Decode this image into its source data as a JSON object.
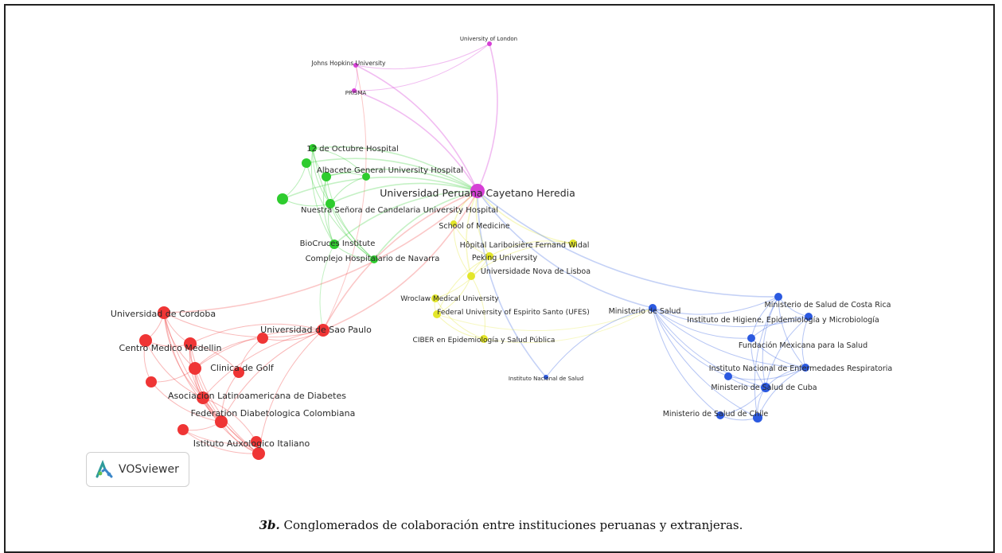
{
  "figure": {
    "caption_id": "3b.",
    "caption_text": " Conglomerados de colaboración entre instituciones peruanas y extranjeras."
  },
  "logo": {
    "text": "VOSviewer",
    "icon": "vosviewer-logo-icon"
  },
  "colors": {
    "purple": "#d63fd6",
    "green": "#2ecc2e",
    "yellow": "#e3e62a",
    "red": "#ef3535",
    "blue": "#2b59e0",
    "grey": "#b8b8b8"
  },
  "nodes": [
    {
      "id": "london",
      "label": "University of London",
      "cluster": "purple"
    },
    {
      "id": "jhu",
      "label": "Johns Hopkins University",
      "cluster": "purple"
    },
    {
      "id": "prisma",
      "label": "PRISMA",
      "cluster": "purple"
    },
    {
      "id": "upch",
      "label": "Universidad Peruana Cayetano Heredia",
      "cluster": "purple"
    },
    {
      "id": "oct12",
      "label": "12 de Octubre Hospital",
      "cluster": "green"
    },
    {
      "id": "albacete",
      "label": "Albacete General University Hospital",
      "cluster": "green"
    },
    {
      "id": "candelaria",
      "label": "Nuestra Señora de Candelaria University Hospital",
      "cluster": "green"
    },
    {
      "id": "biocruces",
      "label": "BioCruces Institute",
      "cluster": "green"
    },
    {
      "id": "navarra",
      "label": "Complejo Hospitalario de Navarra",
      "cluster": "green"
    },
    {
      "id": "g1",
      "label": "",
      "cluster": "green"
    },
    {
      "id": "g2",
      "label": "",
      "cluster": "green"
    },
    {
      "id": "g3",
      "label": "",
      "cluster": "green"
    },
    {
      "id": "som",
      "label": "School of Medicine",
      "cluster": "yellow"
    },
    {
      "id": "lariboisiere",
      "label": "Hôpital Lariboisière Fernand Widal",
      "cluster": "yellow"
    },
    {
      "id": "peking",
      "label": "Peking University",
      "cluster": "yellow"
    },
    {
      "id": "lisboa",
      "label": "Universidade Nova de Lisboa",
      "cluster": "yellow"
    },
    {
      "id": "wroclaw",
      "label": "Wroclaw Medical University",
      "cluster": "yellow"
    },
    {
      "id": "ufes",
      "label": "Federal University of Espirito Santo (UFES)",
      "cluster": "yellow"
    },
    {
      "id": "ciber",
      "label": "CIBER en Epidemiología y Salud Pública",
      "cluster": "yellow"
    },
    {
      "id": "cordoba",
      "label": "Universidad de Cordoba",
      "cluster": "red"
    },
    {
      "id": "saopaulo",
      "label": "Universidad de Sao Paulo",
      "cluster": "red"
    },
    {
      "id": "medellin",
      "label": "Centro Medico Medellin",
      "cluster": "red"
    },
    {
      "id": "golf",
      "label": "Clinica de Golf",
      "cluster": "red"
    },
    {
      "id": "alad",
      "label": "Asociacion Latinoamericana de Diabetes",
      "cluster": "red"
    },
    {
      "id": "fdc",
      "label": "Federation Diabetologica Colombiana",
      "cluster": "red"
    },
    {
      "id": "auxo",
      "label": "Istituto Auxologico Italiano",
      "cluster": "red"
    },
    {
      "id": "r1",
      "label": "",
      "cluster": "red"
    },
    {
      "id": "r2",
      "label": "",
      "cluster": "red"
    },
    {
      "id": "r3",
      "label": "",
      "cluster": "red"
    },
    {
      "id": "r4",
      "label": "",
      "cluster": "red"
    },
    {
      "id": "r5",
      "label": "",
      "cluster": "red"
    },
    {
      "id": "r6",
      "label": "",
      "cluster": "red"
    },
    {
      "id": "minsa",
      "label": "Ministerio de Salud",
      "cluster": "blue"
    },
    {
      "id": "ins",
      "label": "Instituto Nacional de Salud",
      "cluster": "blue"
    },
    {
      "id": "costarica",
      "label": "Ministerio de Salud de Costa Rica",
      "cluster": "blue"
    },
    {
      "id": "higiene",
      "label": "Instituto de Higiene, Epidemiología y Microbiología",
      "cluster": "blue"
    },
    {
      "id": "fmsalud",
      "label": "Fundación Mexicana para la Salud",
      "cluster": "blue"
    },
    {
      "id": "iner",
      "label": "Instituto Nacional de Enfermedades Respiratoria",
      "cluster": "blue"
    },
    {
      "id": "cuba",
      "label": "Ministerio de Salud de Cuba",
      "cluster": "blue"
    },
    {
      "id": "chile",
      "label": "Ministerio de Salud de Chile",
      "cluster": "blue"
    },
    {
      "id": "b1",
      "label": "",
      "cluster": "blue"
    },
    {
      "id": "b2",
      "label": "",
      "cluster": "blue"
    }
  ],
  "links": [
    [
      "upch",
      "london"
    ],
    [
      "upch",
      "jhu"
    ],
    [
      "upch",
      "prisma"
    ],
    [
      "prisma",
      "london"
    ],
    [
      "jhu",
      "london"
    ],
    [
      "prisma",
      "jhu"
    ],
    [
      "upch",
      "oct12"
    ],
    [
      "upch",
      "albacete"
    ],
    [
      "upch",
      "candelaria"
    ],
    [
      "upch",
      "biocruces"
    ],
    [
      "upch",
      "navarra"
    ],
    [
      "upch",
      "g1"
    ],
    [
      "upch",
      "g2"
    ],
    [
      "oct12",
      "albacete"
    ],
    [
      "oct12",
      "candelaria"
    ],
    [
      "oct12",
      "biocruces"
    ],
    [
      "oct12",
      "navarra"
    ],
    [
      "albacete",
      "candelaria"
    ],
    [
      "albacete",
      "biocruces"
    ],
    [
      "albacete",
      "navarra"
    ],
    [
      "candelaria",
      "biocruces"
    ],
    [
      "candelaria",
      "navarra"
    ],
    [
      "biocruces",
      "navarra"
    ],
    [
      "g1",
      "g2"
    ],
    [
      "g1",
      "candelaria"
    ],
    [
      "g2",
      "navarra"
    ],
    [
      "g3",
      "albacete"
    ],
    [
      "g3",
      "oct12"
    ],
    [
      "g3",
      "candelaria"
    ],
    [
      "upch",
      "som"
    ],
    [
      "upch",
      "lariboisiere"
    ],
    [
      "upch",
      "peking"
    ],
    [
      "upch",
      "lisboa"
    ],
    [
      "upch",
      "minsa"
    ],
    [
      "upch",
      "ins"
    ],
    [
      "upch",
      "costarica"
    ],
    [
      "upch",
      "saopaulo"
    ],
    [
      "som",
      "lisboa"
    ],
    [
      "som",
      "peking"
    ],
    [
      "lariboisiere",
      "peking"
    ],
    [
      "lariboisiere",
      "lisboa"
    ],
    [
      "peking",
      "lisboa"
    ],
    [
      "wroclaw",
      "ufes"
    ],
    [
      "wroclaw",
      "ciber"
    ],
    [
      "ufes",
      "ciber"
    ],
    [
      "ufes",
      "lisboa"
    ],
    [
      "ciber",
      "lisboa"
    ],
    [
      "peking",
      "ufes"
    ],
    [
      "wroclaw",
      "peking"
    ],
    [
      "ciber",
      "minsa"
    ],
    [
      "ufes",
      "minsa"
    ],
    [
      "minsa",
      "costarica"
    ],
    [
      "minsa",
      "higiene"
    ],
    [
      "minsa",
      "fmsalud"
    ],
    [
      "minsa",
      "iner"
    ],
    [
      "minsa",
      "cuba"
    ],
    [
      "minsa",
      "chile"
    ],
    [
      "minsa",
      "ins"
    ],
    [
      "minsa",
      "b1"
    ],
    [
      "minsa",
      "b2"
    ],
    [
      "costarica",
      "higiene"
    ],
    [
      "costarica",
      "fmsalud"
    ],
    [
      "costarica",
      "iner"
    ],
    [
      "costarica",
      "cuba"
    ],
    [
      "costarica",
      "chile"
    ],
    [
      "higiene",
      "fmsalud"
    ],
    [
      "higiene",
      "iner"
    ],
    [
      "higiene",
      "cuba"
    ],
    [
      "fmsalud",
      "iner"
    ],
    [
      "fmsalud",
      "cuba"
    ],
    [
      "iner",
      "cuba"
    ],
    [
      "iner",
      "chile"
    ],
    [
      "cuba",
      "chile"
    ],
    [
      "b1",
      "iner"
    ],
    [
      "b2",
      "chile"
    ],
    [
      "b1",
      "cuba"
    ],
    [
      "b2",
      "cuba"
    ],
    [
      "cordoba",
      "saopaulo"
    ],
    [
      "cordoba",
      "medellin"
    ],
    [
      "cordoba",
      "golf"
    ],
    [
      "cordoba",
      "alad"
    ],
    [
      "cordoba",
      "fdc"
    ],
    [
      "cordoba",
      "auxo"
    ],
    [
      "saopaulo",
      "medellin"
    ],
    [
      "saopaulo",
      "golf"
    ],
    [
      "saopaulo",
      "alad"
    ],
    [
      "saopaulo",
      "fdc"
    ],
    [
      "saopaulo",
      "auxo"
    ],
    [
      "medellin",
      "golf"
    ],
    [
      "medellin",
      "alad"
    ],
    [
      "medellin",
      "fdc"
    ],
    [
      "medellin",
      "auxo"
    ],
    [
      "golf",
      "alad"
    ],
    [
      "golf",
      "fdc"
    ],
    [
      "golf",
      "auxo"
    ],
    [
      "alad",
      "fdc"
    ],
    [
      "alad",
      "auxo"
    ],
    [
      "fdc",
      "auxo"
    ],
    [
      "r1",
      "cordoba"
    ],
    [
      "r1",
      "medellin"
    ],
    [
      "r1",
      "alad"
    ],
    [
      "r2",
      "golf"
    ],
    [
      "r2",
      "fdc"
    ],
    [
      "r3",
      "auxo"
    ],
    [
      "r3",
      "fdc"
    ],
    [
      "r4",
      "alad"
    ],
    [
      "r4",
      "auxo"
    ],
    [
      "r5",
      "saopaulo"
    ],
    [
      "r5",
      "golf"
    ],
    [
      "r6",
      "medellin"
    ],
    [
      "r6",
      "fdc"
    ],
    [
      "r1",
      "r2"
    ],
    [
      "r3",
      "r4"
    ],
    [
      "r5",
      "r6"
    ],
    [
      "saopaulo",
      "upch"
    ],
    [
      "saopaulo",
      "jhu"
    ],
    [
      "cordoba",
      "upch"
    ],
    [
      "biocruces",
      "saopaulo"
    ]
  ]
}
